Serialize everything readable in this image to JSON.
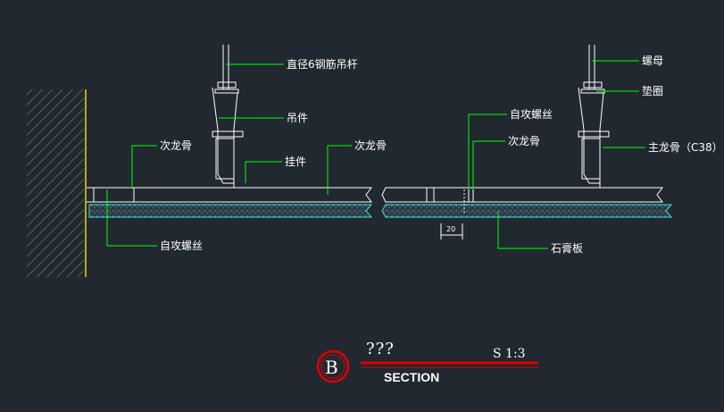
{
  "labels": {
    "rod": "直径6钢筋吊杆",
    "nut": "螺母",
    "washer": "垫圈",
    "hanger": "吊件",
    "screw_top": "自攻螺丝",
    "sec_joist_left": "次龙骨",
    "sec_joist_mid": "次龙骨",
    "sec_joist_right": "次龙骨",
    "clip": "挂件",
    "main_joist": "主龙骨（C38）",
    "screw_bottom": "自攻螺丝",
    "gypsum": "石膏板"
  },
  "dimension": "20",
  "title_block": {
    "badge": "B",
    "name": "???",
    "scale": "S 1:3",
    "section": "SECTION"
  },
  "colors": {
    "background": "#212830",
    "leader": "#00ff00",
    "line": "#ffffff",
    "gypsum": "#40e0e0",
    "wall": "#e6d800",
    "badge": "#e00000"
  }
}
